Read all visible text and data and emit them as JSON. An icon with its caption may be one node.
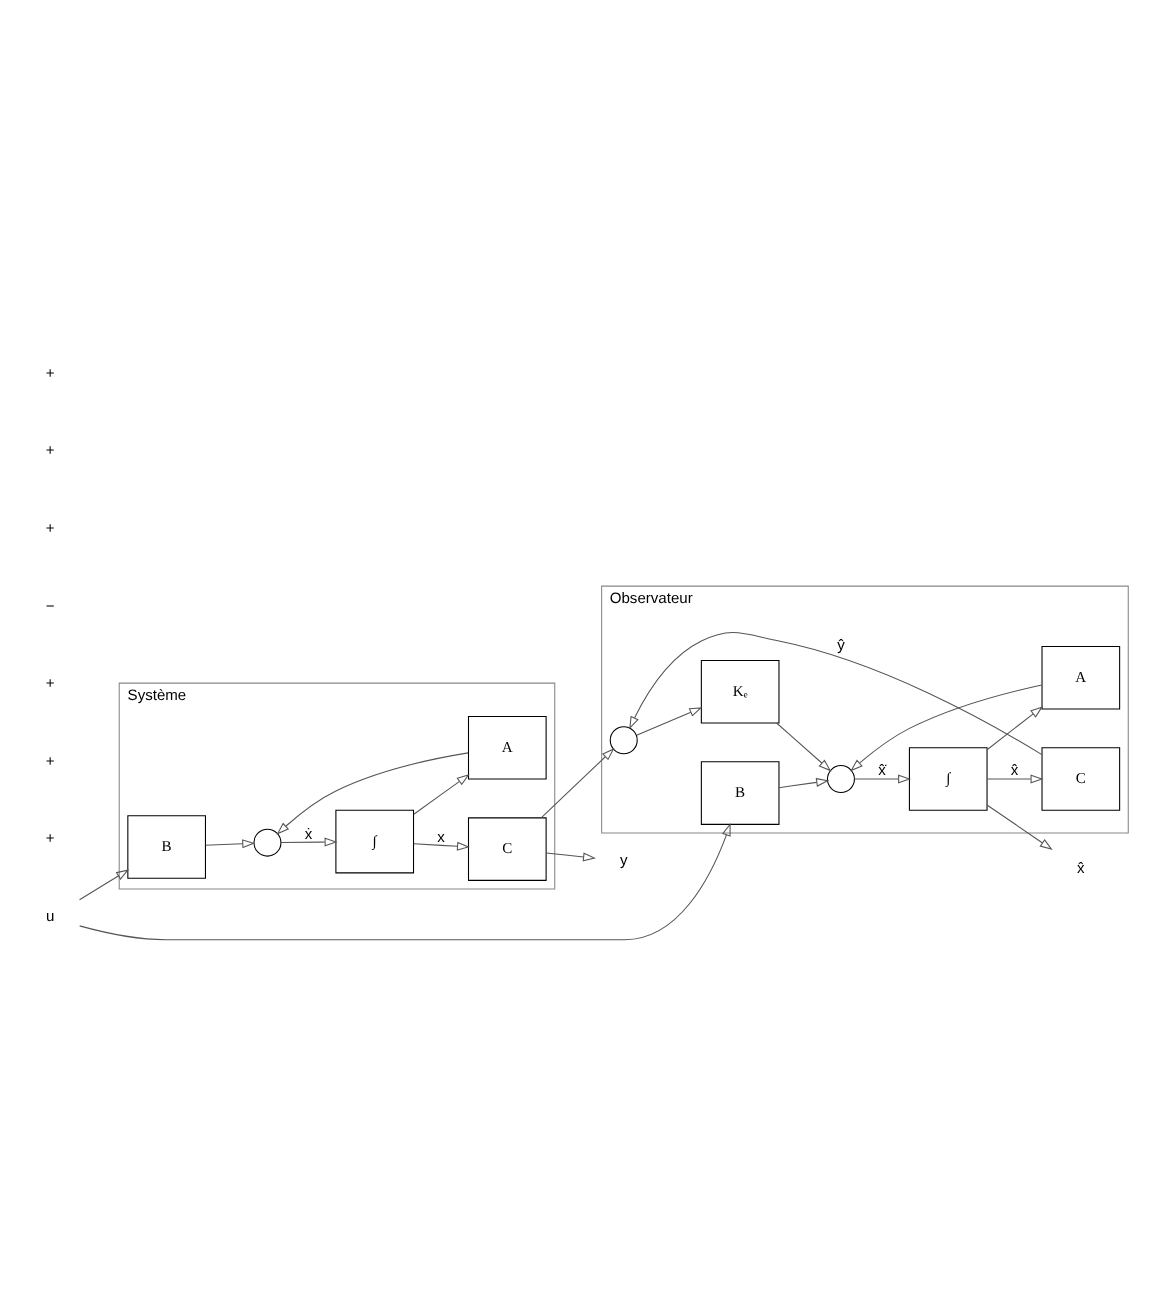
{
  "diagram": {
    "nodes": [
      {
        "text": [
          "Système"
        ]
      },
      {
        "text": [
          "B"
        ],
        "in": 0
      },
      {
        "text": [],
        "shape": "circle",
        "in": 0
      },
      {
        "text": [
          "∫"
        ],
        "in": 0
      },
      {
        "text": [
          "C"
        ],
        "in": 0
      },
      {
        "text": [
          "A"
        ],
        "in": 0
      },
      {
        "text": [
          "Observateur"
        ]
      },
      {
        "text": [
          "Kₑ"
        ],
        "in": 6
      },
      {
        "text": [],
        "shape": "circle",
        "in": 6
      },
      {
        "text": [
          "B"
        ],
        "in": 6
      },
      {
        "text": [],
        "shape": "circle",
        "in": 6
      },
      {
        "text": [
          "∫"
        ],
        "in": 6
      },
      {
        "text": [
          "C"
        ],
        "in": 6
      },
      {
        "text": [
          "A"
        ],
        "in": 6
      },
      {
        "text": [
          "u"
        ]
      },
      {
        "text": [
          "y"
        ]
      },
      {
        "text": [
          "x̂"
        ]
      }
    ],
    "edges": [
      {
        "from": 14,
        "to": 1,
        "arrow": "to"
      },
      {
        "from": 14,
        "to": 9,
        "arrow": "to"
      },
      {
        "from": 1,
        "to": 2,
        "arrow": "to"
      },
      {
        "from": 2,
        "to": 3,
        "arrow": "to",
        "label": "ẋ"
      },
      {
        "from": 3,
        "to": 4,
        "arrow": "to",
        "label": "x"
      },
      {
        "from": 3,
        "to": 5,
        "arrow": "to"
      },
      {
        "from": 5,
        "to": 2,
        "arrow": "to"
      },
      {
        "from": 4,
        "to": 15,
        "arrow": "to"
      },
      {
        "from": 4,
        "to": 8,
        "arrow": "to"
      },
      {
        "from": 8,
        "to": 7,
        "arrow": "to"
      },
      {
        "from": 7,
        "to": 10,
        "arrow": "to"
      },
      {
        "from": 9,
        "to": 10,
        "arrow": "to"
      },
      {
        "from": 10,
        "to": 11,
        "arrow": "to",
        "label": "x̂̇"
      },
      {
        "from": 11,
        "to": 12,
        "arrow": "to",
        "label": "x̂"
      },
      {
        "from": 11,
        "to": 13,
        "arrow": "to"
      },
      {
        "from": 11,
        "to": 16,
        "arrow": "to"
      },
      {
        "from": 13,
        "to": 10,
        "arrow": "to"
      },
      {
        "from": 12,
        "to": 8,
        "arrow": "to",
        "label": "ŷ"
      }
    ],
    "labels": [
      "+",
      "+",
      "+",
      "−",
      "+",
      "+",
      "+"
    ]
  }
}
